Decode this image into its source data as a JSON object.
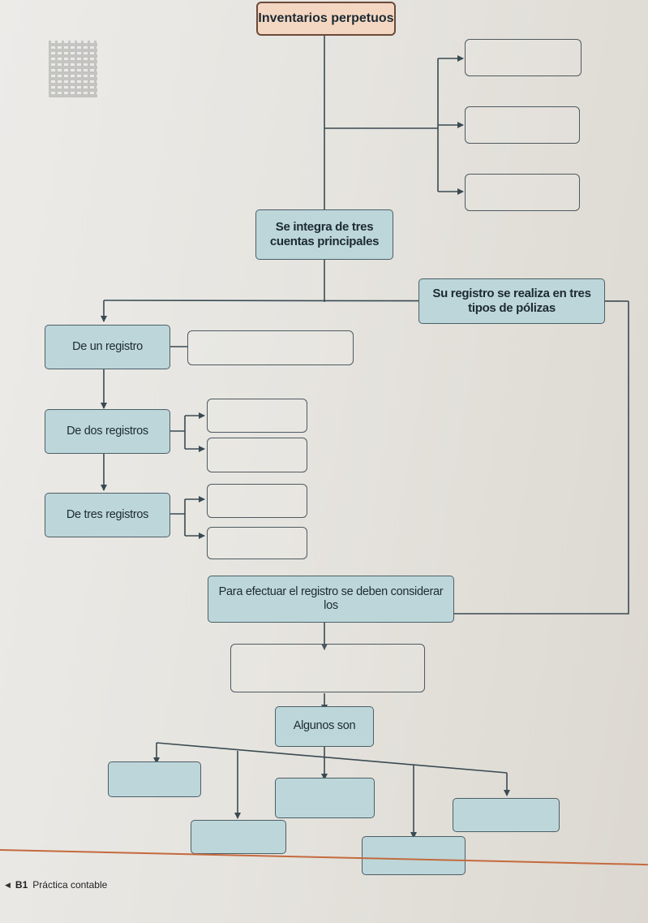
{
  "diagram": {
    "title": "Inventarios perpetuos",
    "three_accounts": "Se integra de tres cuentas principales",
    "three_policies": "Su registro se realiza en tres tipos de pólizas",
    "one_record": "De un registro",
    "two_records": "De dos registros",
    "three_records": "De tres registros",
    "consider": "Para efectuar el registro se deben considerar los",
    "some_are": "Algunos son"
  },
  "footer": {
    "unit": "B1",
    "book": "Práctica contable"
  },
  "colors": {
    "title_fill": "#f3d7c2",
    "node_fill": "#bcd6d9",
    "line": "#3a4a52",
    "footer_rule": "#c46a3e"
  }
}
